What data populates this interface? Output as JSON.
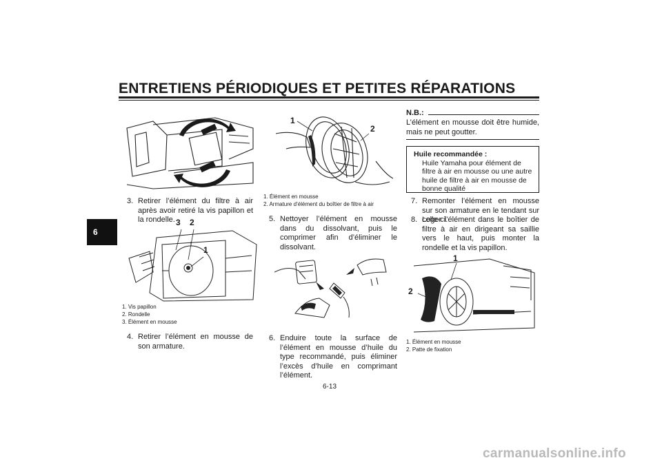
{
  "header": {
    "title": "ENTRETIENS PÉRIODIQUES ET PETITES RÉPARATIONS"
  },
  "chapter_tab": "6",
  "column1": {
    "step3": {
      "num": "3.",
      "text": "Retirer l’élément du filtre à air après avoir retiré la vis papillon et la rondelle."
    },
    "figure2_callouts": [
      "3",
      "2",
      "1"
    ],
    "captions": [
      "1.  Vis papillon",
      "2.  Rondelle",
      "3.  Élément en mousse"
    ],
    "step4": {
      "num": "4.",
      "text": "Retirer l’élément en mousse de son armature."
    }
  },
  "column2": {
    "figure_callouts": [
      "1",
      "2"
    ],
    "captions": [
      "1.  Élément en mousse",
      "2.  Armature d’élément du boîtier de filtre à air"
    ],
    "step5": {
      "num": "5.",
      "text": "Nettoyer l’élément en mousse dans du dissolvant, puis le comprimer afin d’éliminer le dissolvant."
    },
    "step6": {
      "num": "6.",
      "text": "Enduire toute la surface de l’élément en mousse d’huile du type recommandé, puis éliminer l’excès d’huile en comprimant l’élément."
    }
  },
  "column3": {
    "nb_label": "N.B.:",
    "nb_text": "L’élément en mousse doit être humide, mais ne peut goutter.",
    "oil_box": {
      "heading": "Huile recommandée :",
      "body": "Huile Yamaha pour élément de filtre à air en mousse ou une autre huile de filtre à air en mousse de bonne qualité"
    },
    "step7": {
      "num": "7.",
      "text": "Remonter l’élément en mousse sur son armature en le tendant sur celle-ci."
    },
    "step8": {
      "num": "8.",
      "text": "Loger l’élément dans le boîtier de filtre à air en dirigeant sa saillie vers le haut, puis monter la rondelle et la vis papillon."
    },
    "figure_callouts": [
      "1",
      "2"
    ],
    "captions": [
      "1.  Élément en mousse",
      "2.  Patte de fixation"
    ]
  },
  "footer": {
    "page_number": "6-13",
    "watermark": "carmanualsonline.info"
  }
}
